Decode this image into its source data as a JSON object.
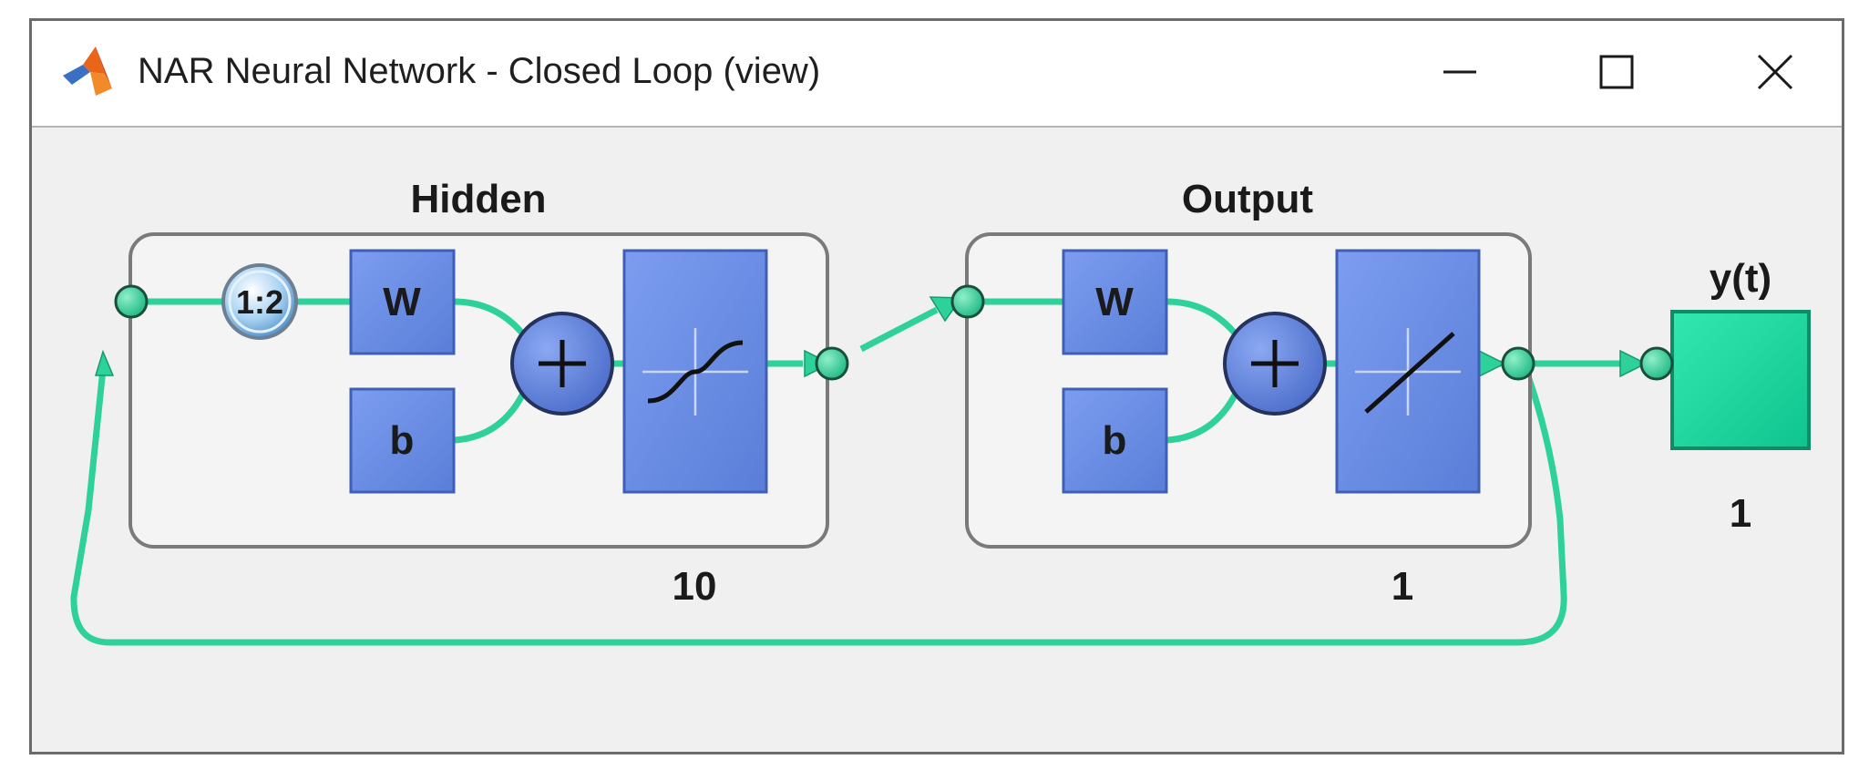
{
  "window": {
    "title": "NAR Neural Network - Closed Loop (view)",
    "icon": "matlab-logo-icon",
    "controls": [
      "minimize-icon",
      "maximize-icon",
      "close-icon"
    ]
  },
  "diagram": {
    "hidden": {
      "title": "Hidden",
      "delay_label": "1:2",
      "weight_label": "W",
      "bias_label": "b",
      "size": "10",
      "transfer_icon": "sigmoid-transfer-icon"
    },
    "output": {
      "title": "Output",
      "weight_label": "W",
      "bias_label": "b",
      "size": "1",
      "transfer_icon": "linear-transfer-icon"
    },
    "out_node": {
      "label": "y(t)",
      "size": "1"
    }
  },
  "colors": {
    "connector": "#2fd19a",
    "block": "#6b8fe6",
    "output_block": "#17d9a0",
    "layer_box": "#f4f4f4"
  }
}
